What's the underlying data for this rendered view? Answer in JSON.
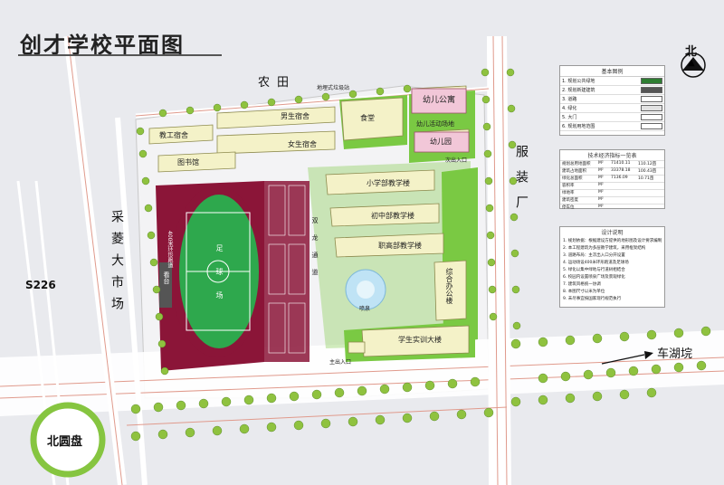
{
  "title": "创才学校平面图",
  "north": "北",
  "neighbors": {
    "farmland": "农田",
    "clothing_factory": "服装厂",
    "market": "采菱大市场",
    "road_s226": "S226",
    "chehu_road": "车湖垸",
    "north_roundabout": "北圆盘"
  },
  "buildings": {
    "trash_station": "地埋式垃圾站",
    "kindergarten_apartment": "幼儿公寓",
    "canteen": "食堂",
    "male_dorm": "男生宿舍",
    "female_dorm": "女生宿舍",
    "teacher_dorm": "教工宿舍",
    "library": "图书馆",
    "kindergarten_activity": "幼儿活动场地",
    "kindergarten": "幼儿园",
    "secondary_exit": "次出入口",
    "primary_building": "小学部教学楼",
    "junior_building": "初中部教学楼",
    "senior_vocational": "职高部教学楼",
    "office_building": "综合办公楼",
    "training_building": "学生实训大楼",
    "main_entrance": "主出入口",
    "track": "400米环形跑道",
    "football_field": "足球场",
    "stage": "看台",
    "fountain": "喷泉",
    "courtyard_road": "双龙通道"
  },
  "legend": {
    "title": "基本图例",
    "rows": [
      {
        "label": "1. 规划公共绿地",
        "color": "#2e7d32"
      },
      {
        "label": "2. 规划新建建筑",
        "color": "#555555"
      },
      {
        "label": "3. 道路",
        "color": "#ffffff"
      },
      {
        "label": "4. 绿化",
        "color": "#e2e2e2"
      },
      {
        "label": "5. 大门",
        "color": "#ffffff"
      },
      {
        "label": "6. 规划用地范围",
        "color": "#ffffff"
      }
    ]
  },
  "tech_table": {
    "title": "技术经济指标一览表",
    "rows": [
      {
        "name": "规划总用地面积",
        "unit": "M²",
        "value": "71410.11",
        "extra": "110.12亩"
      },
      {
        "name": "建筑占地面积",
        "unit": "M²",
        "value": "33378.18",
        "extra": "100.43亩"
      },
      {
        "name": "绿化总面积",
        "unit": "M²",
        "value": "7136.09",
        "extra": "10.71亩"
      },
      {
        "name": "容积率",
        "unit": "M²",
        "value": "",
        "extra": ""
      },
      {
        "name": "绿地率",
        "unit": "M²",
        "value": "",
        "extra": ""
      },
      {
        "name": "建筑密度",
        "unit": "M²",
        "value": "",
        "extra": ""
      },
      {
        "name": "停车位",
        "unit": "M²",
        "value": "",
        "extra": ""
      }
    ]
  },
  "design_notes": {
    "title": "设计说明",
    "lines": [
      "1. 规划依据：根据建设方提供的地形图及设计要求编制",
      "2. 本工程建筑为多层教学建筑，采用框架结构",
      "3. 道路布局：主次出入口分开设置",
      "4. 运动场设400米环形跑道及足球场",
      "5. 绿化以集中绿地与行道树相结合",
      "6. 校园内设置喷泉广场及景观绿化",
      "7. 建筑风格统一协调",
      "8. 本图尺寸以米为单位",
      "9. 未尽事宜按国家现行规范执行"
    ]
  },
  "colors": {
    "green": "#7ac943",
    "track": "#8b1538",
    "field": "#2ea84d",
    "building": "#f4f2c8",
    "road_line": "#e09a8c",
    "circle": "#86c540"
  }
}
